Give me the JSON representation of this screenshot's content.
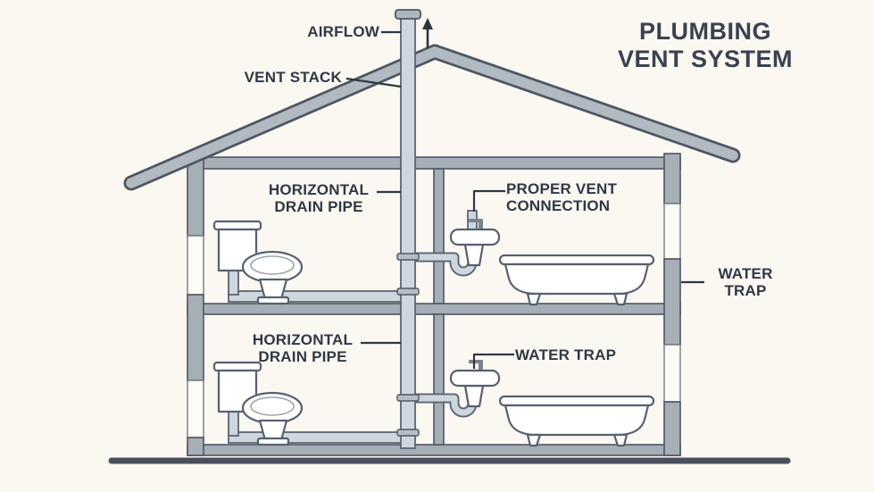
{
  "title": "PLUMBING VENT SYSTEM",
  "labels": {
    "airflow": "AIRFLOW",
    "vent_stack": "VENT STACK",
    "upper_drain": "HORIZONTAL DRAIN PIPE",
    "vent_connection": "PROPER VENT CONNECTION",
    "tub_trap": "WATER TRAP",
    "lower_drain": "HORIZONTAL DRAIN PIPE",
    "sink_trap": "WATER TRAP"
  },
  "colors": {
    "background": "#FAF8F1",
    "text": "#2F3845",
    "title_text": "#39424F",
    "wall_gray": "#A6AEB6",
    "outline": "#4E5662",
    "pipe_fill": "#CDD7DD",
    "pipe_stroke": "#5A6673",
    "fixture_white": "#FFFFFF"
  }
}
